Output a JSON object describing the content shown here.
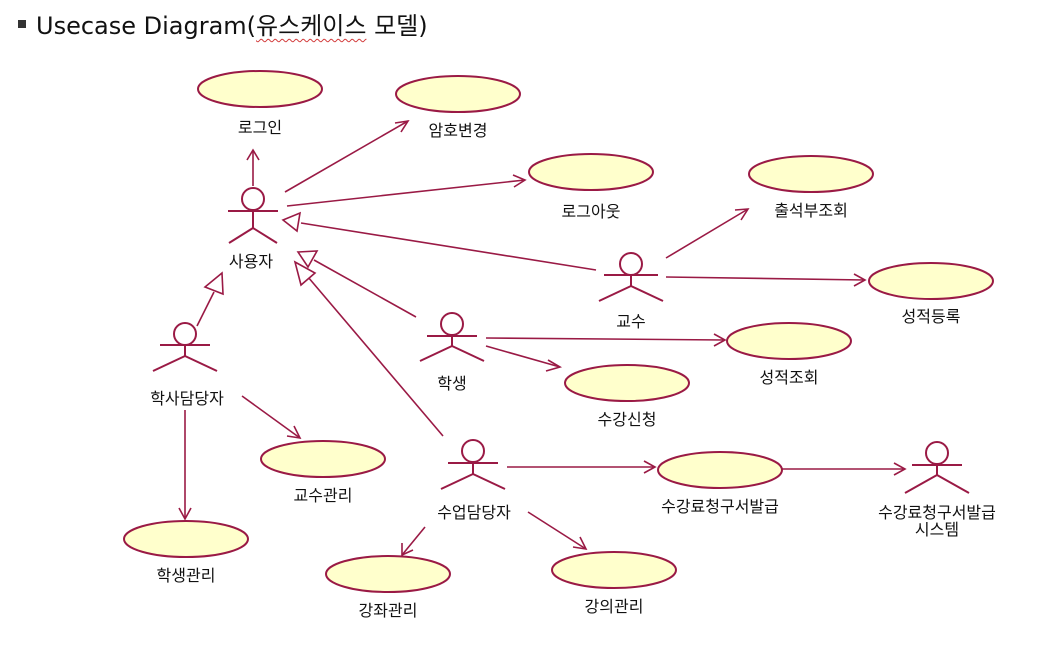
{
  "title": {
    "prefix": "Usecase Diagram(",
    "korean": "유스케이스",
    "suffix": " 모델)"
  },
  "usecases": {
    "login": "로그인",
    "change_password": "암호변경",
    "logout": "로그아웃",
    "attendance": "출석부조회",
    "grade_register": "성적등록",
    "grade_view": "성적조회",
    "enroll": "수강신청",
    "professor_mgmt": "교수관리",
    "student_mgmt": "학생관리",
    "tuition_bill": "수강료청구서발급",
    "lecture_room_mgmt": "강좌관리",
    "lecture_mgmt": "강의관리"
  },
  "actors": {
    "user": "사용자",
    "professor": "교수",
    "student": "학생",
    "academic_staff": "학사담당자",
    "class_staff": "수업담당자",
    "billing_system_line1": "수강료청구서발급",
    "billing_system_line2": "시스템"
  },
  "colors": {
    "stroke": "#9a1a45",
    "usecase_fill": "#ffffcc"
  }
}
